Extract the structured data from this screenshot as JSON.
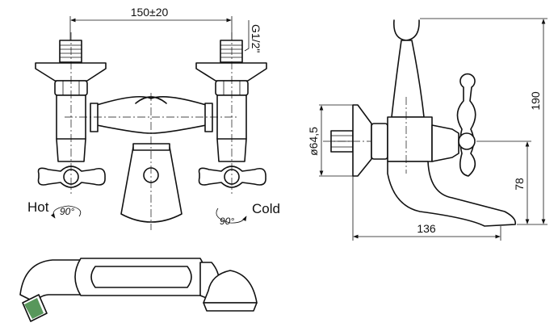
{
  "front_view": {
    "spacing_dimension": "150±20",
    "thread_label": "G1/2\"",
    "hot_label": "Hot",
    "cold_label": "Cold",
    "hot_angle": "90°",
    "cold_angle": "90°"
  },
  "side_view": {
    "height_dimension": "190",
    "spout_height_dimension": "78",
    "projection_dimension": "136",
    "flange_diameter_dimension": "ø64,5"
  },
  "colors": {
    "line": "#111111",
    "thread_accent": "#2e7d32"
  }
}
